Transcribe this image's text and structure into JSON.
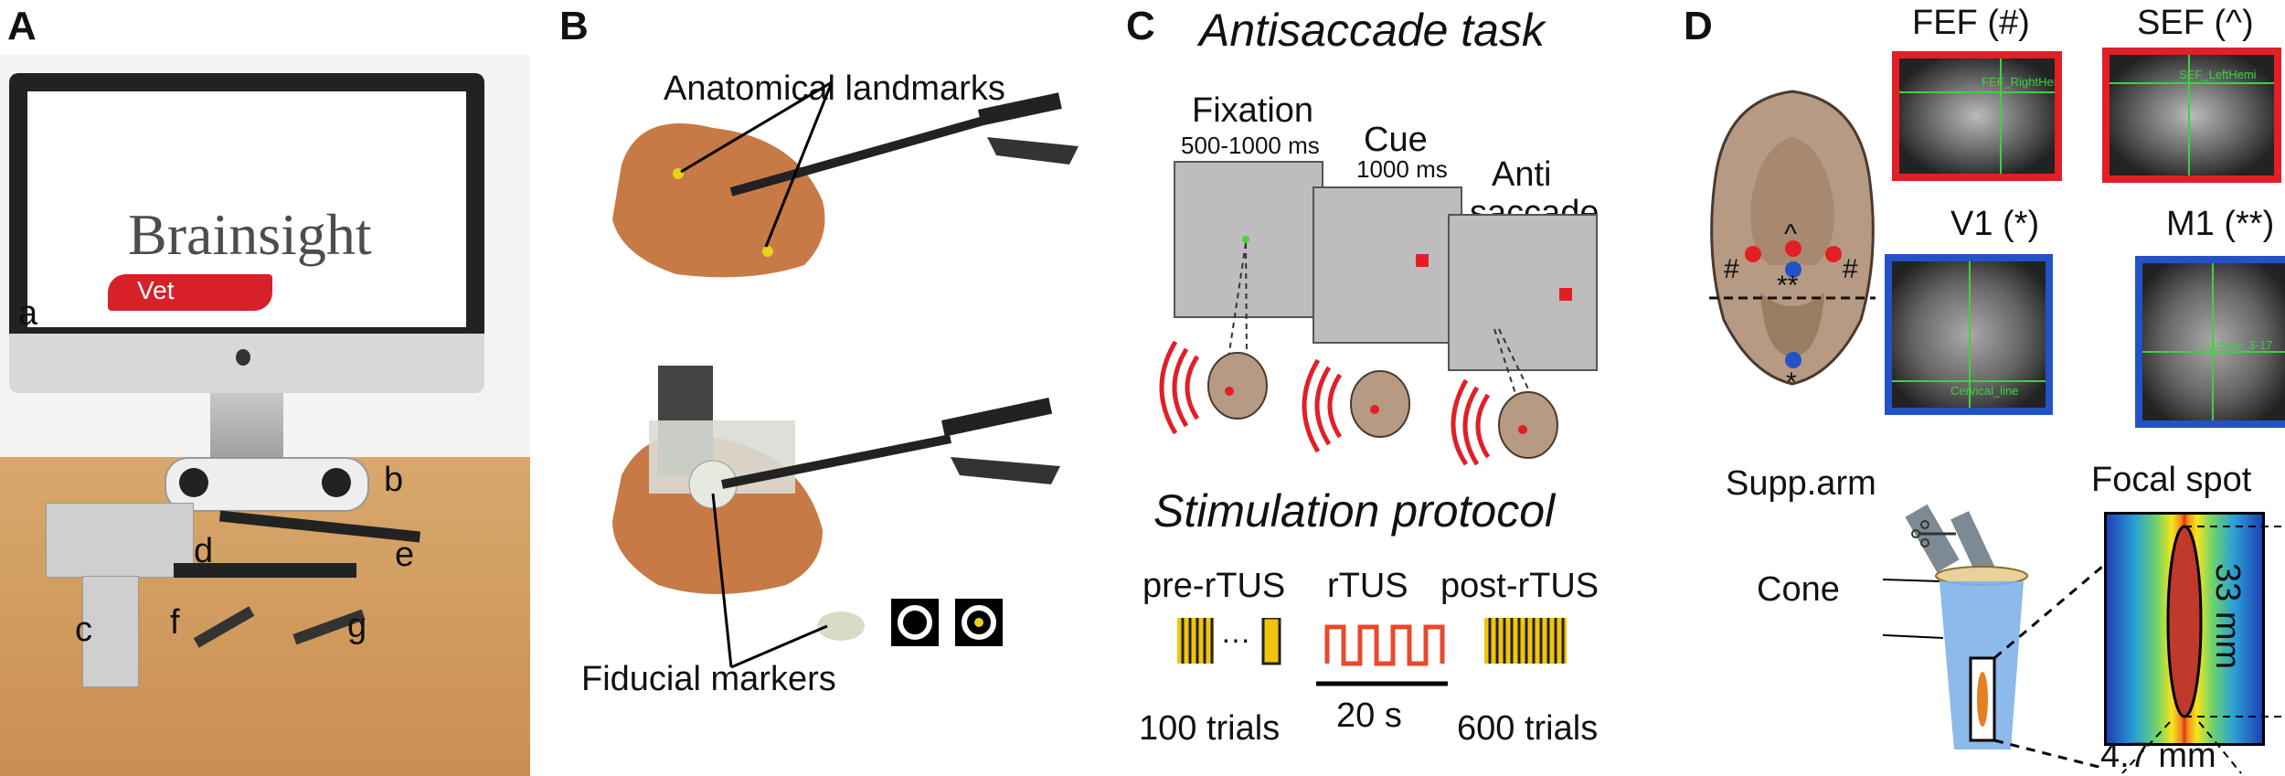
{
  "panels": {
    "A": {
      "letter": "A",
      "monitor_brand": "Brainsight",
      "monitor_sub": "Vet",
      "part_labels": [
        "a",
        "b",
        "c",
        "d",
        "e",
        "f",
        "g"
      ]
    },
    "B": {
      "letter": "B",
      "anatomical_label": "Anatomical landmarks",
      "fiducial_label": "Fiducial markers"
    },
    "C": {
      "letter": "C",
      "task_title": "Antisaccade task",
      "screens": [
        {
          "title": "Fixation",
          "duration": "500-1000 ms"
        },
        {
          "title": "Cue",
          "duration": "1000 ms"
        },
        {
          "title": "Anti",
          "subtitle": "saccade"
        }
      ],
      "protocol_title": "Stimulation protocol",
      "protocol": [
        {
          "label": "pre-rTUS",
          "trials": "100 trials"
        },
        {
          "label": "rTUS",
          "trials": "20 s"
        },
        {
          "label": "post-rTUS",
          "trials": "600 trials"
        }
      ]
    },
    "D": {
      "letter": "D",
      "regions": [
        {
          "name": "FEF (#)",
          "overlay": "FEF_RightHemi"
        },
        {
          "name": "SEF (^)",
          "overlay": "SEF_LeftHemi"
        },
        {
          "name": "V1 (*)",
          "overlay": "Cervical_line"
        },
        {
          "name": "M1 (**)",
          "overlay": "Lobule_3-17"
        }
      ],
      "skull_marks": [
        "^",
        "#",
        "#",
        "**",
        "*"
      ],
      "supp_arm": "Supp.arm",
      "cone": "Cone",
      "focal_spot": "Focal spot",
      "length": "33 mm",
      "width": "4.7 mm"
    }
  },
  "colors": {
    "red_marker": "#e21f26",
    "blue_marker": "#2352c8",
    "screen_gray": "#bdbdbd",
    "head_brown": "#b79a83",
    "sound_wave": "#e21f26"
  }
}
